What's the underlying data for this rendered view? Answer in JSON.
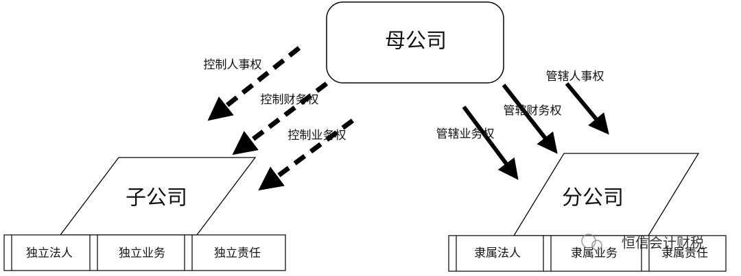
{
  "nodes": {
    "parent": "母公司",
    "subsidiary": "子公司",
    "branch": "分公司"
  },
  "arrows": {
    "control_personnel": "控制人事权",
    "control_finance": "控制财务权",
    "control_business": "控制业务权",
    "manage_personnel": "管辖人事权",
    "manage_finance": "管辖财务权",
    "manage_business": "管辖业务权"
  },
  "subsidiary_attributes": [
    "独立法人",
    "独立业务",
    "独立责任"
  ],
  "branch_attributes": [
    "隶属法人",
    "隶属业务",
    "隶属责任"
  ],
  "watermark": "恒信会计财税"
}
